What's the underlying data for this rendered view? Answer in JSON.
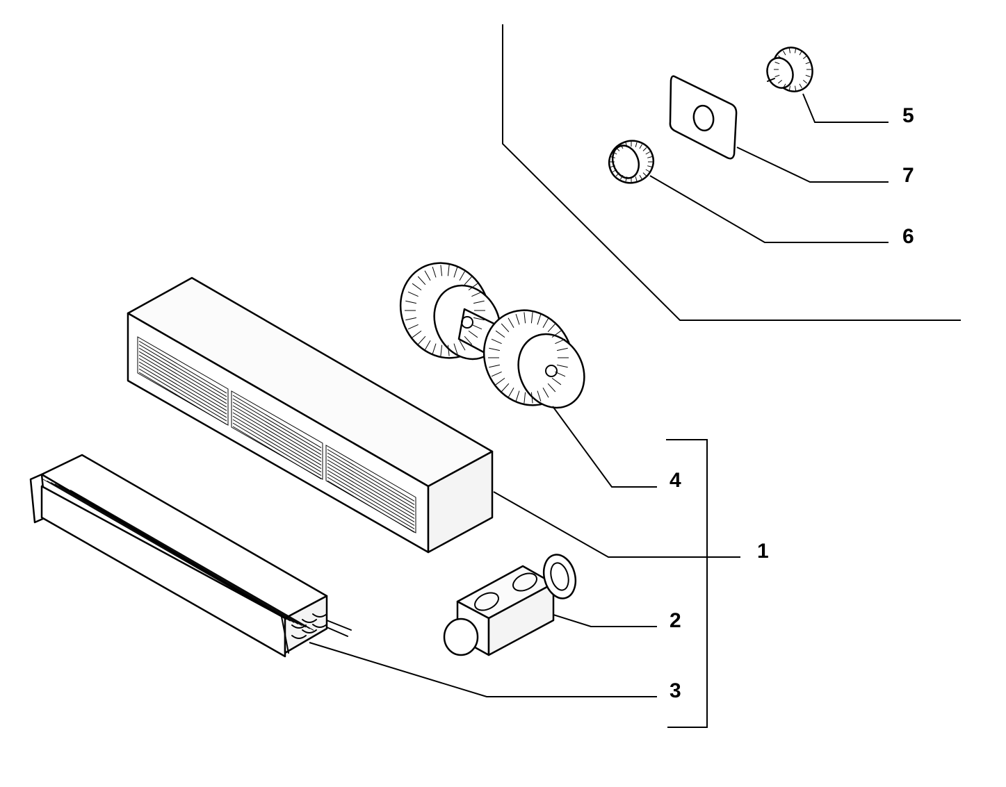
{
  "callouts": {
    "c1": "1",
    "c2": "2",
    "c3": "3",
    "c4": "4",
    "c5": "5",
    "c6": "6",
    "c7": "7"
  },
  "parts": [
    {
      "ref": "1",
      "icon": "heater-housing-icon"
    },
    {
      "ref": "2",
      "icon": "expansion-valve-icon"
    },
    {
      "ref": "3",
      "icon": "evaporator-core-icon"
    },
    {
      "ref": "4",
      "icon": "blower-fan-icon"
    },
    {
      "ref": "5",
      "icon": "knob-icon"
    },
    {
      "ref": "6",
      "icon": "cap-icon"
    },
    {
      "ref": "7",
      "icon": "plate-icon"
    }
  ]
}
